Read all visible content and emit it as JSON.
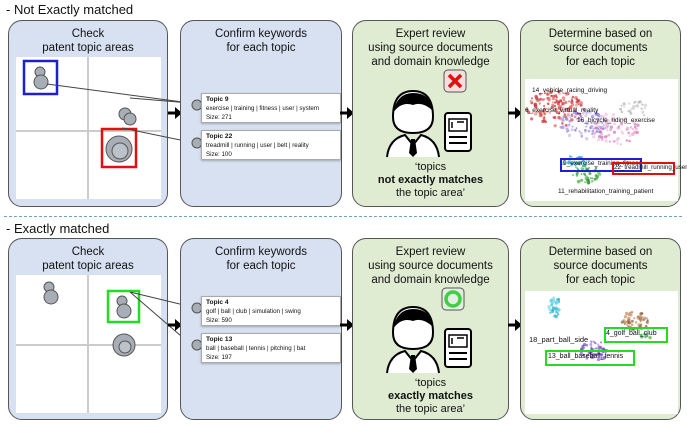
{
  "sections": {
    "top": {
      "title": "- Not Exactly matched",
      "p1_title": "Check\npatent topic areas",
      "p2_title": "Confirm keywords\nfor each topic",
      "p3_title": "Expert review\nusing source documents\nand domain knowledge",
      "p4_title": "Determine based on\nsource documents\nfor each topic",
      "topics": [
        {
          "label": "Topic 9",
          "keywords": "exercise | training | fitness | user | system",
          "size": "Size: 271"
        },
        {
          "label": "Topic 22",
          "keywords": "treadmill | running | user | belt | reality",
          "size": "Size: 100"
        }
      ],
      "quote_pre": "‘topics",
      "quote_bold": "not exactly matches",
      "quote_post": "the topic area’",
      "verdict_icon": "red-x-icon",
      "scatter_labels": [
        "14_vehicle_racing_driving",
        "6_exercise_virtual_reality",
        "16_bicycle_riding_exercise",
        "9_exercise_training_fitness",
        "22_treadmill_running_user",
        "11_rehabilitation_training_patient"
      ]
    },
    "bottom": {
      "title": "- Exactly matched",
      "p1_title": "Check\npatent topic areas",
      "p2_title": "Confirm keywords\nfor each topic",
      "p3_title": "Expert review\nusing source documents\nand domain knowledge",
      "p4_title": "Determine based on\nsource documents\nfor each topic",
      "topics": [
        {
          "label": "Topic 4",
          "keywords": "golf | ball | club | simulation | swing",
          "size": "Size: 590"
        },
        {
          "label": "Topic 13",
          "keywords": "ball | baseball | tennis | pitching | bat",
          "size": "Size: 197"
        }
      ],
      "quote_pre": "‘topics",
      "quote_bold": "exactly matches",
      "quote_post": "the topic area’",
      "verdict_icon": "green-circle-icon",
      "scatter_labels": [
        "18_part_ball_side",
        "4_golf_ball_club",
        "13_ball_baseball_tennis"
      ]
    }
  },
  "colors": {
    "blue_panel": "#d7e1f1",
    "green_panel": "#dfecd2",
    "blue_box": "#1f1fd0",
    "red_box": "#e01010",
    "green_box": "#22dd22"
  }
}
